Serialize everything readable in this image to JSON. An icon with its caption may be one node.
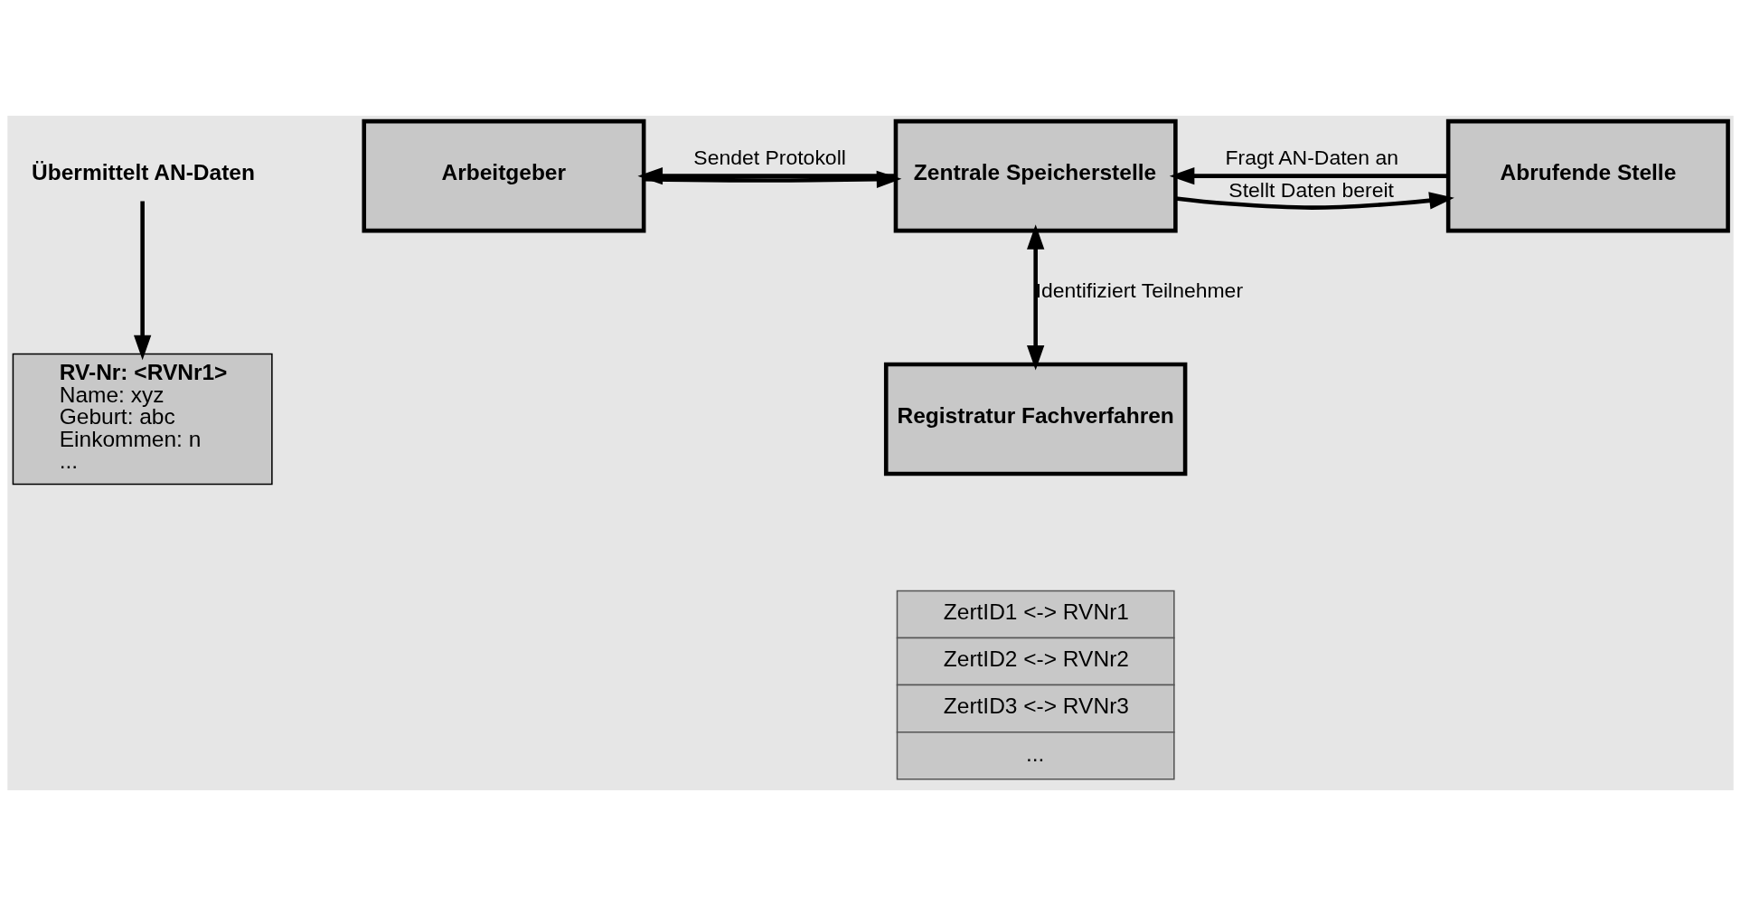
{
  "diagram": {
    "nodes": [
      {
        "text": [
          "Übermittelt AN-Daten"
        ]
      },
      {
        "text": [
          "Arbeitgeber"
        ]
      },
      {
        "text": [
          "Zentrale Speicherstelle"
        ]
      },
      {
        "text": [
          "Abrufende Stelle"
        ]
      },
      {
        "text": [
          "Registratur Fachverfahren"
        ]
      },
      {
        "text": [
          "RV-Nr: <RVNr1>",
          "Name: xyz",
          "Geburt: abc",
          "Einkommen: n",
          "..."
        ]
      }
    ],
    "edges": [
      {
        "from": 1,
        "to": 2,
        "arrow": "to"
      },
      {
        "from": 2,
        "to": 1,
        "arrow": "to",
        "label": "Sendet Protokoll"
      },
      {
        "from": 3,
        "to": 2,
        "arrow": "to",
        "label": "Fragt AN-Daten an"
      },
      {
        "from": 2,
        "to": 3,
        "arrow": "to",
        "label": "Stellt Daten bereit"
      },
      {
        "from": 2,
        "to": 4,
        "arrow": "both",
        "label": "Identifiziert Teilnehmer"
      },
      {
        "from": 0,
        "to": 5,
        "arrow": "to"
      }
    ],
    "labels": [
      "ZertID1 <-> RVNr1",
      "ZertID2 <-> RVNr2",
      "ZertID3 <-> RVNr3",
      "..."
    ]
  }
}
